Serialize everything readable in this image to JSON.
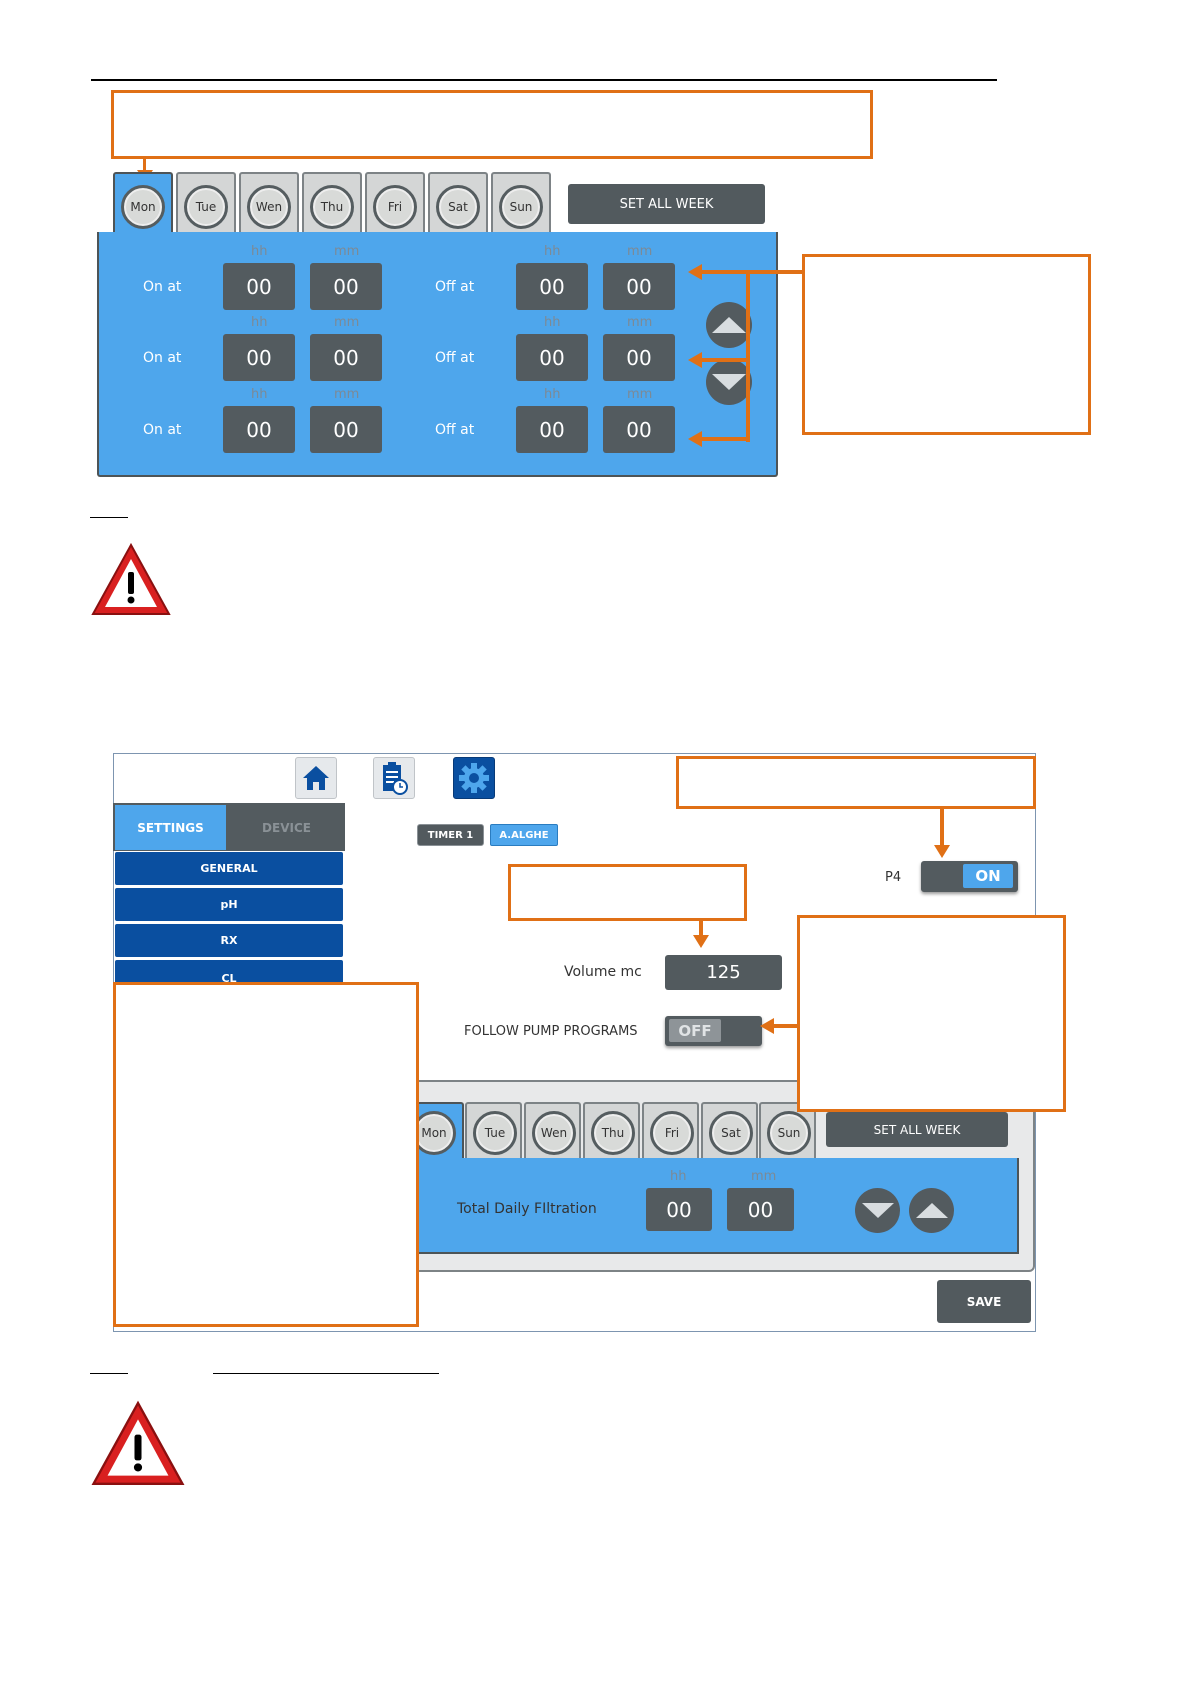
{
  "top_screen": {
    "days": [
      "Mon",
      "Tue",
      "Wen",
      "Thu",
      "Fri",
      "Sat",
      "Sun"
    ],
    "active_day": "Mon",
    "set_all_week": "SET ALL WEEK",
    "hh": "hh",
    "mm": "mm",
    "on_at": "On at",
    "off_at": "Off at",
    "rows": [
      {
        "on_hh": "00",
        "on_mm": "00",
        "off_hh": "00",
        "off_mm": "00"
      },
      {
        "on_hh": "00",
        "on_mm": "00",
        "off_hh": "00",
        "off_mm": "00"
      },
      {
        "on_hh": "00",
        "on_mm": "00",
        "off_hh": "00",
        "off_mm": "00"
      }
    ],
    "icons": [
      "arrow-up-icon",
      "arrow-down-icon"
    ]
  },
  "bottom_screen": {
    "nav_icons": [
      "home-icon",
      "clipboard-clock-icon",
      "gear-icon"
    ],
    "tabs": {
      "settings": "SETTINGS",
      "device": "DEVICE"
    },
    "menu": [
      "GENERAL",
      "pH",
      "RX",
      "CL"
    ],
    "subtabs": {
      "timer": "TIMER 1",
      "alghe": "A.ALGHE"
    },
    "p4_label": "P4",
    "p4_state": "ON",
    "volume_label": "Volume mc",
    "volume_value": "125",
    "follow_label": "FOLLOW PUMP PROGRAMS",
    "follow_state": "OFF",
    "days": [
      "Mon",
      "Tue",
      "Wen",
      "Thu",
      "Fri",
      "Sat",
      "Sun"
    ],
    "set_all_week": "SET ALL WEEK",
    "total_label": "Total Daily FIltration",
    "hh": "hh",
    "mm": "mm",
    "total_hh": "00",
    "total_mm": "00",
    "save": "SAVE"
  },
  "colors": {
    "accent_blue": "#4ea6ec",
    "menu_blue": "#0a4fa0",
    "dark_gray": "#535b5f",
    "callout_orange": "#e07016",
    "warning_red": "#d92020"
  }
}
